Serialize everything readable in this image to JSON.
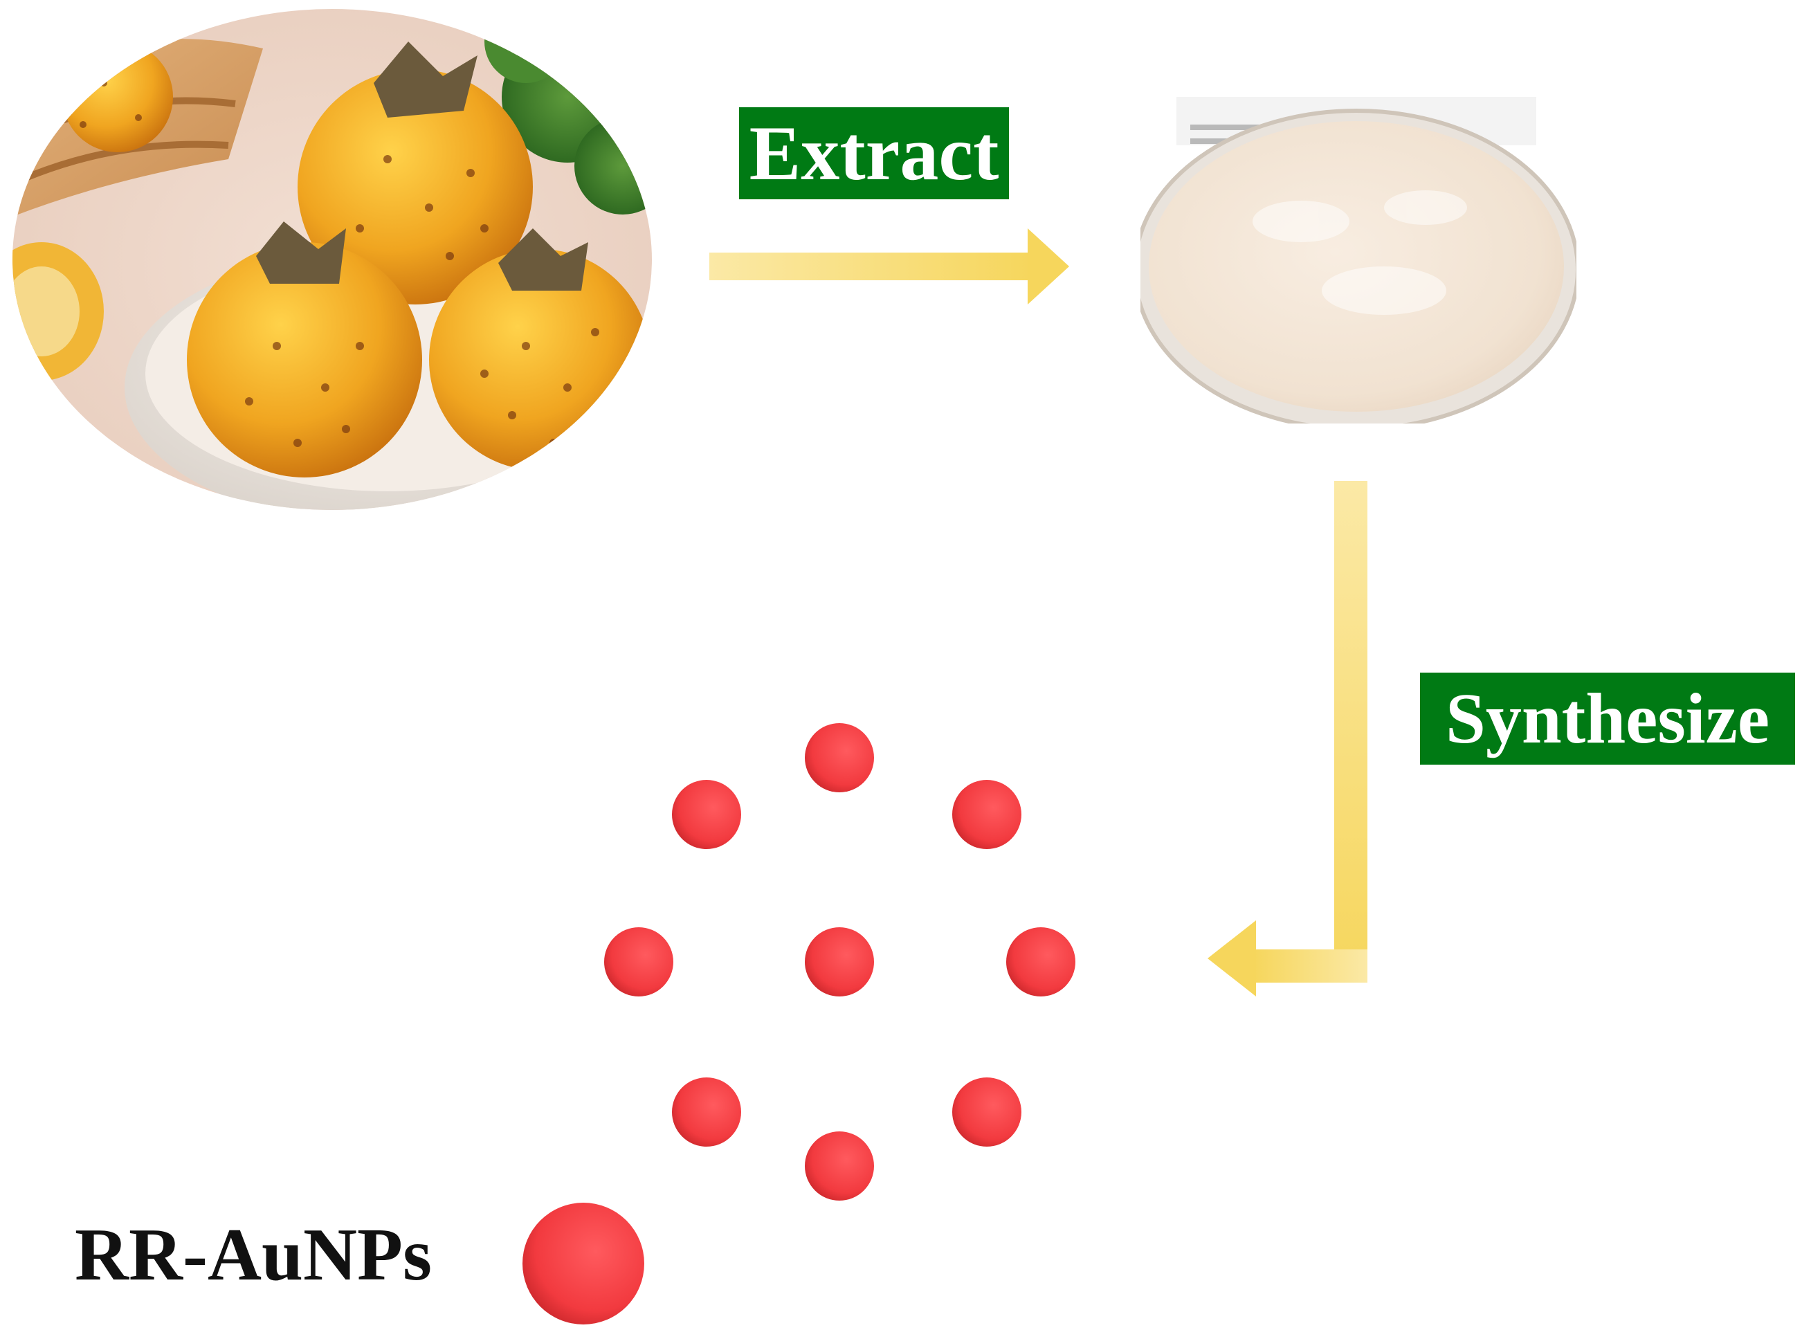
{
  "steps": {
    "extract_label": "Extract",
    "synthesize_label": "Synthesize"
  },
  "legend": {
    "label": "RR-AuNPs"
  },
  "images": {
    "fruit": "spiny-fruit-photo",
    "powder": "extract-powder-petri-dish-photo"
  },
  "colors": {
    "label_bg": "#007a14",
    "arrow": "#f8dc6a",
    "particle": "#f23a3f"
  }
}
